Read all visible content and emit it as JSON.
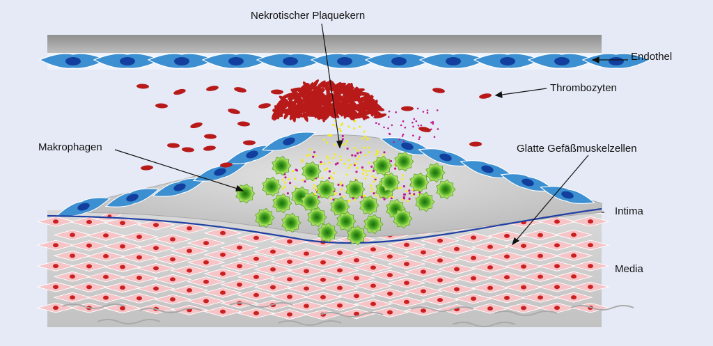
{
  "labels": {
    "necrotic_core": "Nekrotischer Plaquekern",
    "endothelium": "Endothel",
    "platelets": "Thrombozyten",
    "macrophages": "Makrophagen",
    "smooth_muscle": "Glatte Gefäßmuskelzellen",
    "intima": "Intima",
    "media": "Media"
  },
  "colors": {
    "background": "#e5eaf6",
    "endothelial_cell": "#3c8fd0",
    "endothelial_nucleus": "#123f9e",
    "red_blood_cell": "#b81a1a",
    "macrophage": "#3c9d1a",
    "muscle_cell": "#f6c3c6",
    "muscle_nucleus": "#cc1f1f",
    "lipid_yellow": "#f2ea2a",
    "lipid_magenta": "#c21a8e",
    "internal_elastic_lamina": "#1f3fa3"
  },
  "icons": [
    "endothelial-cell-icon",
    "red-blood-cell-icon",
    "macrophage-icon",
    "smooth-muscle-cell-icon"
  ]
}
